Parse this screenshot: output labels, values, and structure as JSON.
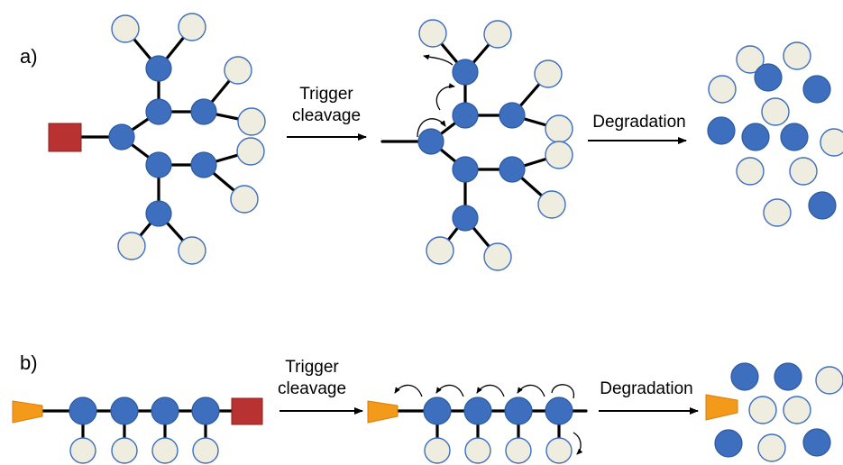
{
  "panels": {
    "a": {
      "label": "a)",
      "step1": [
        "Trigger",
        "cleavage"
      ],
      "step2": "Degradation"
    },
    "b": {
      "label": "b)",
      "step1": [
        "Trigger",
        "cleavage"
      ],
      "step2": "Degradation"
    }
  },
  "colors": {
    "core_unit": "#3d6fbe",
    "end_group": "#efece0",
    "trigger": "#b83232",
    "cleaved_terminus": "#f39a1a"
  }
}
